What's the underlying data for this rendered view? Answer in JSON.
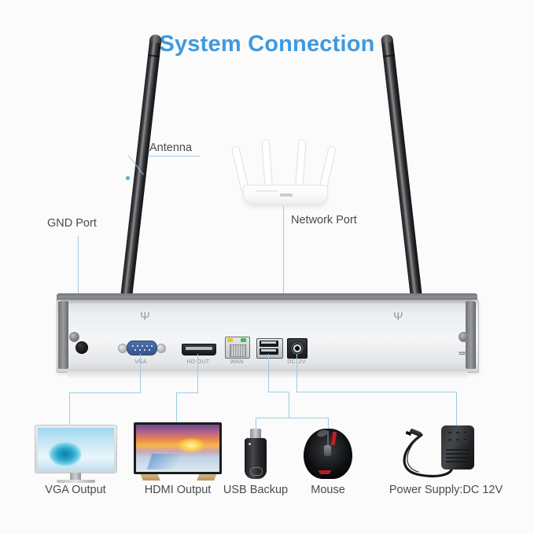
{
  "title": "System Connection",
  "theme": {
    "background": "#fbfbfb",
    "title_color": "#3d9ae0",
    "connector_line_color": "#9ecbe3",
    "connector_dot_color": "#5aa9d6",
    "label_color": "#4b4b4b",
    "port_label_color": "#8a8c90"
  },
  "callouts": {
    "antenna": "Antenna",
    "gnd_port": "GND Port",
    "network_port": "Network Port"
  },
  "nvr": {
    "ports": [
      {
        "id": "vga",
        "label": "VGA"
      },
      {
        "id": "hdmi",
        "label": "HD-OUT"
      },
      {
        "id": "wan",
        "label": "WAN"
      },
      {
        "id": "usb",
        "label": ""
      },
      {
        "id": "dc",
        "label": "DC12V"
      }
    ]
  },
  "devices": [
    {
      "id": "vga-output",
      "label": "VGA Output"
    },
    {
      "id": "hdmi-output",
      "label": "HDMI Output"
    },
    {
      "id": "usb-backup",
      "label": "USB Backup"
    },
    {
      "id": "mouse",
      "label": "Mouse"
    },
    {
      "id": "power-supply",
      "label": "Power Supply:DC 12V"
    }
  ]
}
